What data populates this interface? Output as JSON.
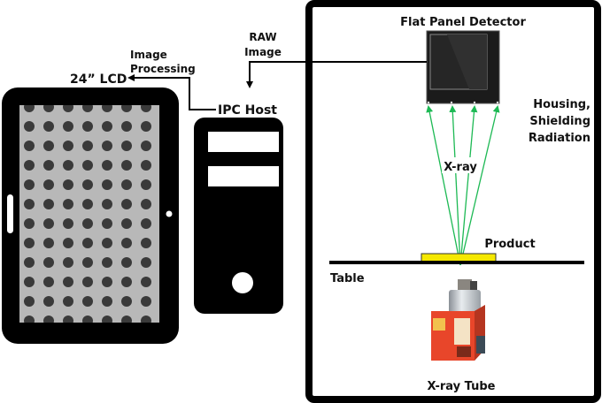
{
  "labels": {
    "lcd": "24” LCD",
    "image_processing_line1": "Image",
    "image_processing_line2": "Processing",
    "raw_image_line1": "RAW",
    "raw_image_line2": "Image",
    "ipc_host": "IPC Host",
    "flat_panel_detector": "Flat Panel Detector",
    "housing_line1": "Housing,",
    "housing_line2": "Shielding",
    "housing_line3": "Radiation",
    "xray": "X-ray",
    "product": "Product",
    "table": "Table",
    "xray_tube": "X-ray Tube"
  },
  "colors": {
    "ray": "#1db954",
    "product": "#f5e800",
    "tube_body": "#e8462a",
    "outline": "#000000"
  },
  "nodes": [
    {
      "id": "lcd",
      "label": "24” LCD",
      "kind": "tablet-display"
    },
    {
      "id": "ipc",
      "label": "IPC Host",
      "kind": "computer-tower"
    },
    {
      "id": "fpd",
      "label": "Flat Panel Detector",
      "kind": "detector"
    },
    {
      "id": "tube",
      "label": "X-ray Tube",
      "kind": "xray-source"
    },
    {
      "id": "product",
      "label": "Product",
      "kind": "sample"
    },
    {
      "id": "table",
      "label": "Table",
      "kind": "stage"
    },
    {
      "id": "housing",
      "label": "Housing, Shielding Radiation",
      "kind": "enclosure"
    }
  ],
  "edges": [
    {
      "from": "fpd",
      "to": "ipc",
      "label": "RAW Image"
    },
    {
      "from": "ipc",
      "to": "lcd",
      "label": "Image Processing"
    },
    {
      "from": "tube",
      "to": "fpd",
      "label": "X-ray"
    }
  ]
}
